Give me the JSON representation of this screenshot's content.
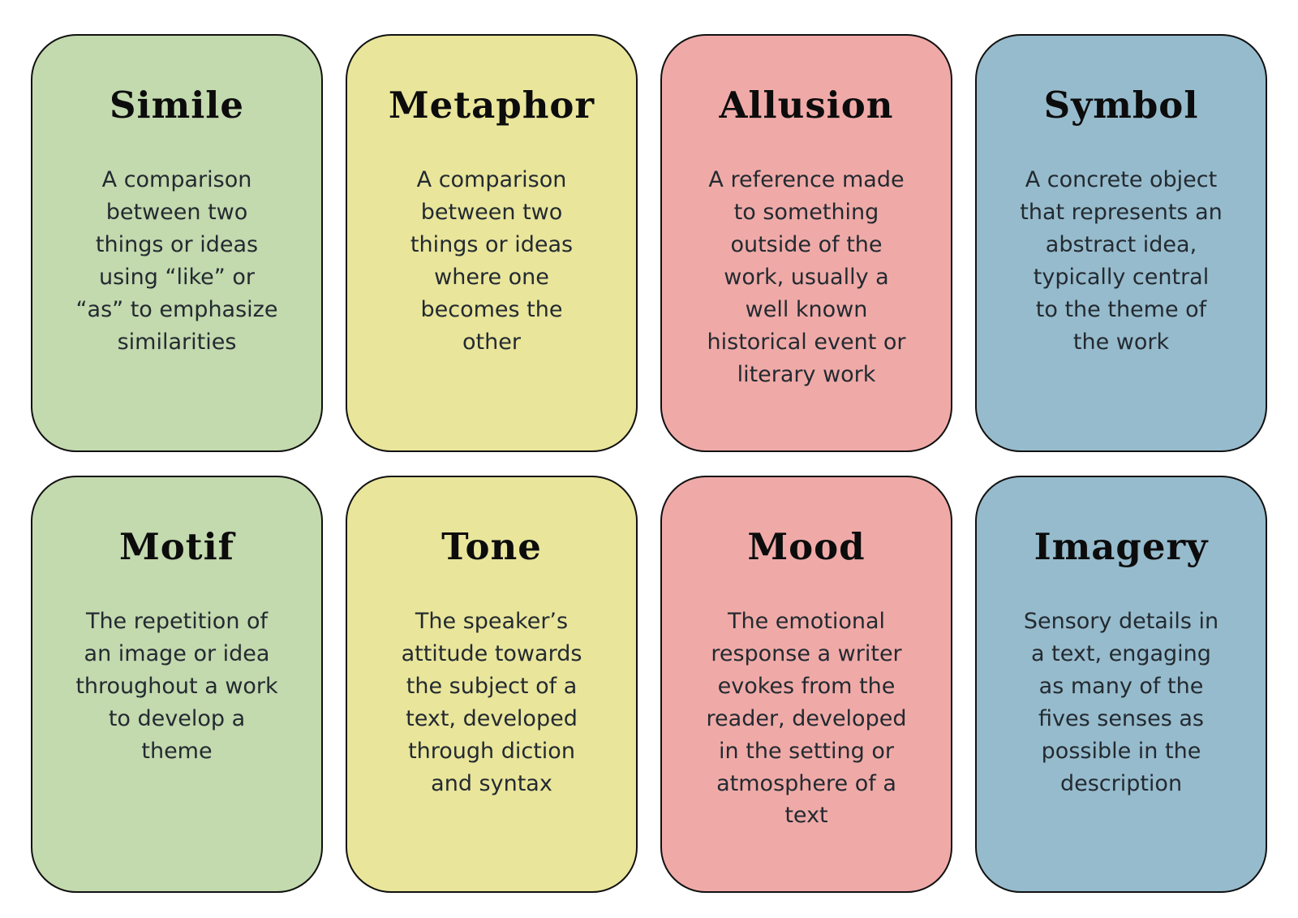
{
  "page": {
    "background_color": "#ffffff",
    "card_border_color": "#111111",
    "title_text_color": "#0c0c0c",
    "body_text_color": "#232a30"
  },
  "cards": [
    {
      "title": "Simile",
      "bg": "#c3d9ae",
      "definition_lines": [
        "A comparison",
        "between two",
        "things or ideas",
        "using “like” or",
        "“as” to emphasize",
        "similarities"
      ]
    },
    {
      "title": "Metaphor",
      "bg": "#e9e59b",
      "definition_lines": [
        "A comparison",
        "between two",
        "things or ideas",
        "where one",
        "becomes the",
        "other"
      ]
    },
    {
      "title": "Allusion",
      "bg": "#efaaa8",
      "definition_lines": [
        "A reference made",
        "to something",
        "outside of the",
        "work, usually a",
        "well known",
        "historical event or",
        "literary work"
      ]
    },
    {
      "title": "Symbol",
      "bg": "#96bbcd",
      "definition_lines": [
        "A concrete object",
        "that represents an",
        "abstract idea,",
        "typically central",
        "to the theme of",
        "the work"
      ]
    },
    {
      "title": "Motif",
      "bg": "#c3d9ae",
      "definition_lines": [
        "The repetition of",
        "an image or idea",
        "throughout a work",
        "to develop a",
        "theme"
      ]
    },
    {
      "title": "Tone",
      "bg": "#e9e59b",
      "definition_lines": [
        "The speaker’s",
        "attitude towards",
        "the subject of a",
        "text, developed",
        "through diction",
        "and syntax"
      ]
    },
    {
      "title": "Mood",
      "bg": "#efaaa8",
      "definition_lines": [
        "The emotional",
        "response a writer",
        "evokes from the",
        "reader, developed",
        "in the setting or",
        "atmosphere of a",
        "text"
      ]
    },
    {
      "title": "Imagery",
      "bg": "#96bbcd",
      "definition_lines": [
        "Sensory details in",
        "a text, engaging",
        "as many of the",
        "fives senses as",
        "possible in the",
        "description"
      ]
    }
  ]
}
